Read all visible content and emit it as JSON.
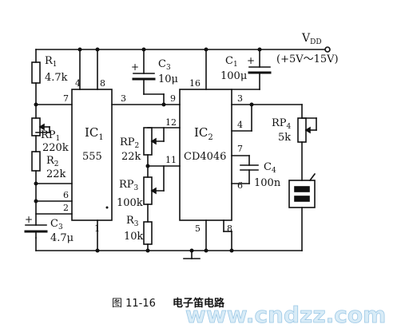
{
  "supply": {
    "label": "V",
    "sub": "DD",
    "range": "(+5V～15V)"
  },
  "components": {
    "R1": {
      "name": "R",
      "sub": "1",
      "value": "4.7k"
    },
    "RP1": {
      "name": "RP",
      "sub": "1",
      "value": "220k"
    },
    "R2": {
      "name": "R",
      "sub": "2",
      "value": "22k"
    },
    "C3_top": {
      "name": "C",
      "sub": "3",
      "value": "10μ"
    },
    "C3_bottom": {
      "name": "C",
      "sub": "3",
      "value": "4.7μ"
    },
    "C1": {
      "name": "C",
      "sub": "1",
      "value": "100μ"
    },
    "RP2": {
      "name": "RP",
      "sub": "2",
      "value": "22k"
    },
    "RP3": {
      "name": "RP",
      "sub": "3",
      "value": "100k"
    },
    "R3": {
      "name": "R",
      "sub": "3",
      "value": "10k"
    },
    "RP4": {
      "name": "RP",
      "sub": "4",
      "value": "5k"
    },
    "C4": {
      "name": "C",
      "sub": "4",
      "value": "100n"
    }
  },
  "ic1": {
    "name": "IC",
    "sub": "1",
    "part": "555",
    "pins": [
      "4",
      "8",
      "7",
      "3",
      "6",
      "2",
      "1"
    ]
  },
  "ic2": {
    "name": "IC",
    "sub": "2",
    "part": "CD4046",
    "pins": [
      "16",
      "9",
      "12",
      "11",
      "3",
      "4",
      "7",
      "6",
      "5",
      "8"
    ]
  },
  "caption": {
    "figure": "图 11-16",
    "title": "电子笛电路"
  },
  "watermark": "www.cndzz.com"
}
